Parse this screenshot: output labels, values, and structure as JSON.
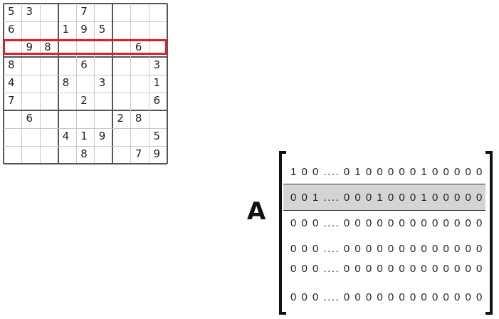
{
  "sudoku": {
    "rows": [
      [
        "5",
        "3",
        "",
        "",
        "7",
        "",
        "",
        "",
        ""
      ],
      [
        "6",
        "",
        "",
        "1",
        "9",
        "5",
        "",
        "",
        ""
      ],
      [
        "",
        "9",
        "8",
        "",
        "",
        "",
        "",
        "6",
        ""
      ],
      [
        "8",
        "",
        "",
        "",
        "6",
        "",
        "",
        "",
        "3"
      ],
      [
        "4",
        "",
        "",
        "8",
        "",
        "3",
        "",
        "",
        "1"
      ],
      [
        "7",
        "",
        "",
        "",
        "2",
        "",
        "",
        "",
        "6"
      ],
      [
        "",
        "6",
        "",
        "",
        "",
        "",
        "2",
        "8",
        ""
      ],
      [
        "",
        "",
        "",
        "4",
        "1",
        "9",
        "",
        "",
        "5"
      ],
      [
        "",
        "",
        "",
        "",
        "8",
        "",
        "",
        "7",
        "9"
      ]
    ],
    "highlighted_row": 2,
    "highlight_color": "#e02020"
  },
  "matrix": {
    "label": "A",
    "rows": [
      "1 0 0 .... 0 1 0 0 0 0 0 1 0 0 0 0 0",
      "0 0 1 .... 0 0 0 1 0 0 0 1 0 0 0 0 0",
      "0 0 0 .... 0 0 0 0 0 0 0 0 0 0 0 0 0",
      "0 0 0 .... 0 0 0 0 0 0 0 0 0 0 0 0 0",
      "0 0 0 .... 0 0 0 0 0 0 0 0 0 0 0 0 0",
      "0 0 0 .... 0 0 0 0 0 0 0 0 0 0 0 0 0"
    ],
    "highlighted_row": 1,
    "highlight_color": "#d4d4d4"
  }
}
